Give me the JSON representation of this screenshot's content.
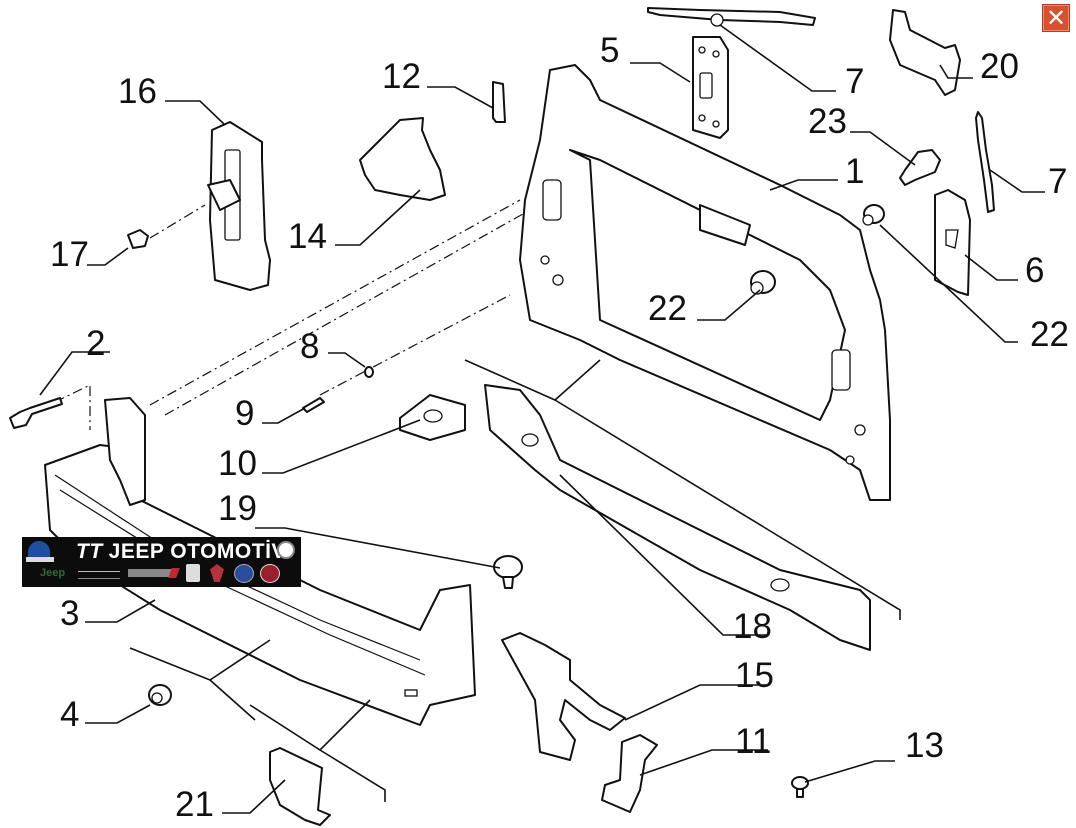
{
  "window": {
    "close_button": {
      "icon": "close-icon",
      "glyph": "✕",
      "color": "#d9502e"
    }
  },
  "diagram": {
    "type": "exploded-parts-diagram",
    "subject": "front end carrier / radiator support and bumper reinforcement",
    "callouts": [
      {
        "id": "c1",
        "label": "1",
        "part": "front-end-carrier"
      },
      {
        "id": "c2",
        "label": "2",
        "part": "bolt"
      },
      {
        "id": "c3",
        "label": "3",
        "part": "bumper-reinforcement-beam"
      },
      {
        "id": "c4",
        "label": "4",
        "part": "nut"
      },
      {
        "id": "c5",
        "label": "5",
        "part": "left-plate"
      },
      {
        "id": "c6",
        "label": "6",
        "part": "right-plate"
      },
      {
        "id": "c7a",
        "label": "7",
        "part": "upper-crossmember-brace"
      },
      {
        "id": "c7b",
        "label": "7",
        "part": "side-rod-brace"
      },
      {
        "id": "c8",
        "label": "8",
        "part": "washer"
      },
      {
        "id": "c9",
        "label": "9",
        "part": "screw"
      },
      {
        "id": "c10",
        "label": "10",
        "part": "bracket"
      },
      {
        "id": "c11",
        "label": "11",
        "part": "small-bracket"
      },
      {
        "id": "c12",
        "label": "12",
        "part": "clip"
      },
      {
        "id": "c13",
        "label": "13",
        "part": "push-clip"
      },
      {
        "id": "c14",
        "label": "14",
        "part": "housing"
      },
      {
        "id": "c15",
        "label": "15",
        "part": "latch-bracket"
      },
      {
        "id": "c16",
        "label": "16",
        "part": "guide-rail"
      },
      {
        "id": "c17",
        "label": "17",
        "part": "screw"
      },
      {
        "id": "c18",
        "label": "18",
        "part": "lower-crossmember"
      },
      {
        "id": "c19",
        "label": "19",
        "part": "rivet-clip"
      },
      {
        "id": "c20",
        "label": "20",
        "part": "mounting-bracket"
      },
      {
        "id": "c21",
        "label": "21",
        "part": "bumper-bracket"
      },
      {
        "id": "c22a",
        "label": "22",
        "part": "grommet"
      },
      {
        "id": "c22b",
        "label": "22",
        "part": "grommet"
      },
      {
        "id": "c23",
        "label": "23",
        "part": "bushing"
      }
    ]
  },
  "watermark": {
    "title_mark": "TT",
    "title": "JEEP OTOMOTİV",
    "brand_icons": [
      "mopar-logo",
      "alfa-romeo-logo",
      "jeep-logo",
      "chrysler-logo",
      "dodge-logo",
      "ram-logo",
      "maserati-logo",
      "lancia-logo",
      "fiat-logo"
    ],
    "jeep_text": "Jeep"
  }
}
